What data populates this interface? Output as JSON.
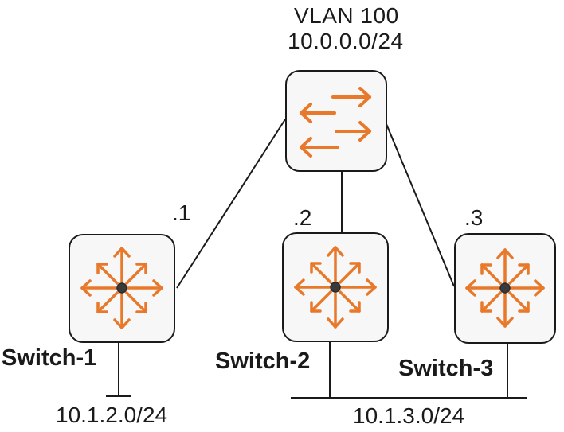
{
  "vlan": {
    "name": "VLAN 100",
    "subnet": "10.0.0.0/24"
  },
  "core_device": {
    "icon": "bidirectional-arrows-icon"
  },
  "switches": [
    {
      "name": "Switch-1",
      "ip_suffix": ".1",
      "subnet": "10.1.2.0/24",
      "icon": "router-arrows-icon"
    },
    {
      "name": "Switch-2",
      "ip_suffix": ".2",
      "subnet": "",
      "icon": "router-arrows-icon"
    },
    {
      "name": "Switch-3",
      "ip_suffix": ".3",
      "subnet": "10.1.3.0/24",
      "icon": "router-arrows-icon"
    }
  ],
  "colors": {
    "icon": "#e8782a",
    "line": "#1a1a1a",
    "device_border": "#1a1a1a"
  }
}
